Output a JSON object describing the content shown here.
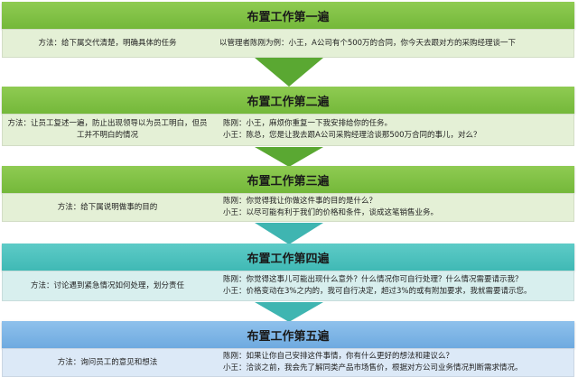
{
  "steps": [
    {
      "title": "布置工作第一遍",
      "method": "方法：给下属交代清楚，明确具体的任务",
      "example": [
        "以管理者陈刚为例：小王，A公司有个500万的合同，你今天去跟对方的采购经理谈一下"
      ]
    },
    {
      "title": "布置工作第二遍",
      "method": "方法：让员工复述一遍，防止出现领导以为员工明白，但员工并不明白的情况",
      "example": [
        "陈刚：小王，麻烦你重复一下我安排给你的任务。",
        "小王：陈总，您是让我去跟A公司采购经理洽谈那500万合同的事儿，对么？"
      ]
    },
    {
      "title": "布置工作第三遍",
      "method": "方法：给下属说明做事的目的",
      "example": [
        "陈刚：你觉得我让你做这件事的目的是什么？",
        "小王：以尽可能有利于我们的价格和条件，谈成这笔销售业务。"
      ]
    },
    {
      "title": "布置工作第四遍",
      "method": "方法：讨论遇到紧急情况如何处理，划分责任",
      "example": [
        "陈刚：你觉得这事儿可能出现什么意外？什么情况你可自行处理？什么情况需要请示我？",
        "小王：价格变动在3%之内的，我可自行决定，超过3%的或有附加要求，我就需要请示您。"
      ]
    },
    {
      "title": "布置工作第五遍",
      "method": "方法：询问员工的意见和想法",
      "example": [
        "陈刚：如果让你自己安排这件事情，你有什么更好的想法和建议么？",
        "小王：洽谈之前，我会先了解同类产品市场售价，根据对方公司业务情况判断需求情况。"
      ]
    }
  ],
  "colors": {
    "green_header": "#82c341",
    "green_body": "#e4f0d6",
    "teal_header": "#4ec4c0",
    "teal_body": "#d8efee",
    "blue_header": "#7eb6e6",
    "blue_body": "#dce9f7",
    "arrow_green": "#5aa832",
    "arrow_teal": "#3fb5b1"
  }
}
